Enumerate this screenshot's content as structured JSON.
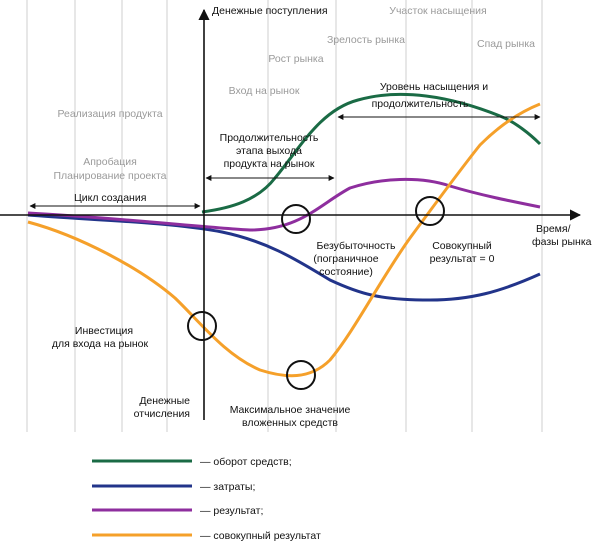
{
  "labels": {
    "inflow": "Денежные поступления",
    "outflow_line1": "Денежные",
    "outflow_line2": "отчисления",
    "time_line1": "Время/",
    "time_line2": "фазы рынка"
  },
  "phases": {
    "planning": "Планирование проекта",
    "approbation": "Апробация",
    "realization": "Реализация продукта",
    "market_entry": "Вход на рынок",
    "market_growth": "Рост рынка",
    "market_maturity": "Зрелость рынка",
    "saturation_area": "Участок насыщения",
    "market_decline": "Спад рынка"
  },
  "annotations": {
    "creation_cycle": "Цикл создания",
    "entry_duration_1": "Продолжительность",
    "entry_duration_2": "этапа выхода",
    "entry_duration_3": "продукта на рынок",
    "saturation_level_1": "Уровень насыщения и",
    "saturation_level_2": "продолжительность",
    "breakeven_1": "Безубыточность",
    "breakeven_2": "(пограничное",
    "breakeven_3": "состояние)",
    "cumulative_zero_1": "Совокупный",
    "cumulative_zero_2": "результат = 0",
    "investment_1": "Инвестиция",
    "investment_2": "для входа на рынок",
    "max_invested_1": "Максимальное значение",
    "max_invested_2": "вложенных средств"
  },
  "legend": [
    {
      "label": "— оборот средств;",
      "color": "#1a6b45"
    },
    {
      "label": "— затраты;",
      "color": "#22348a"
    },
    {
      "label": "— результат;",
      "color": "#8e2e9e"
    },
    {
      "label": "— совокупный результат",
      "color": "#f5a02a"
    }
  ],
  "colors": {
    "turnover": "#1a6b45",
    "costs": "#22348a",
    "result": "#8e2e9e",
    "cumulative": "#f5a02a",
    "gridline": "#cfcfcf",
    "axis": "#111111",
    "phase_text": "#9a9a9a"
  }
}
